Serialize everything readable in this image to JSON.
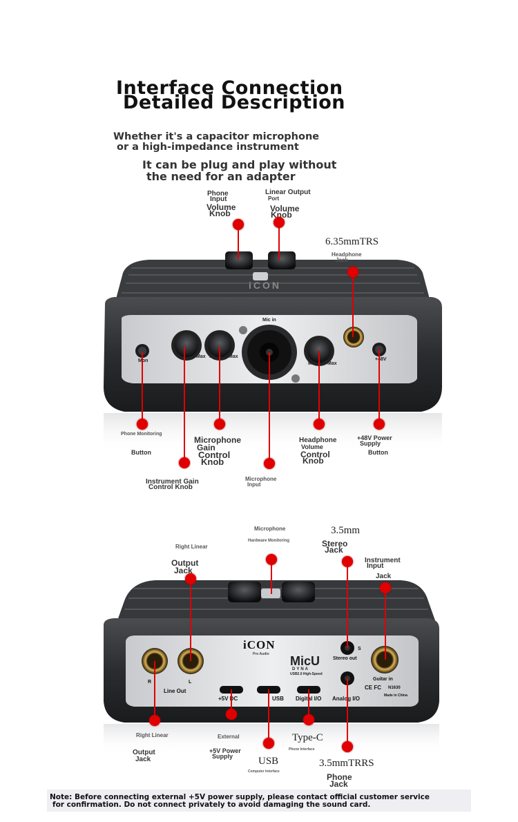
{
  "header": {
    "title_line1": "Interface Connection",
    "title_line2": "Detailed Description",
    "subtitle_line1": "Whether it's a capacitor microphone",
    "subtitle_line2": "or a high-impedance instrument",
    "subtitle2_line1": "It can be plug and play without",
    "subtitle2_line2": "the need for an adapter"
  },
  "front": {
    "top_labels": {
      "phone_input": [
        "Phone",
        "Input",
        "Volume",
        "Knob"
      ],
      "linear_output": [
        "Linear Output",
        "Port",
        "Volume",
        "Knob"
      ],
      "trs": "6.35mmTRS",
      "headphone_jack": [
        "Headphone",
        "Jack"
      ]
    },
    "panel": {
      "mic_in": "Mic in",
      "mon": "Mon",
      "max1": "Max",
      "max2": "Max",
      "max3": "Max",
      "min2": "Mi",
      "min3": "Mi",
      "p48": "+48V",
      "brand": "iCON"
    },
    "bottom_labels": {
      "phone_monitoring": "Phone Monitoring",
      "button1": "Button",
      "mic_gain": [
        "Microphone",
        "Gain",
        "Control",
        "Knob"
      ],
      "instrument_gain": [
        "Instrument Gain",
        "Control Knob"
      ],
      "mic_input": [
        "Microphone",
        "Input"
      ],
      "headphone_volume": [
        "Headphone",
        "Volume",
        "Control",
        "Knob"
      ],
      "p48_power": [
        "+48V Power",
        "Supply"
      ],
      "button2": "Button"
    }
  },
  "rear": {
    "top_labels": {
      "microphone": "Microphone",
      "hardware_monitoring": "Hardware Monitoring",
      "right_linear": "Right Linear",
      "output_jack": [
        "Output",
        "Jack"
      ],
      "stereo_35": "3.5mm",
      "stereo_jack": [
        "Stereo",
        "Jack"
      ],
      "instrument_input": [
        "Instrument",
        "Input",
        "Jack"
      ]
    },
    "panel": {
      "brand": "iCON",
      "brand_sub": "Pro Audio",
      "model": "MicU",
      "model_sub": "DYNA",
      "model_desc": "USB2.0 High-Speed",
      "r": "R",
      "l": "L",
      "line_out": "Line Out",
      "s": "S",
      "stereo_out": "Stereo out",
      "guitar_in": "Guitar in",
      "p5v": "+5V DC",
      "usb": "USB",
      "digital_io": "Digital I/O",
      "analog_io": "Analog I/O",
      "certs": "CE FC",
      "code": "N1630",
      "made_in": "Made in China"
    },
    "bottom_labels": {
      "right_linear": "Right Linear",
      "output_jack": [
        "Output",
        "Jack"
      ],
      "external": "External",
      "p5v_power": [
        "+5V Power",
        "Supply"
      ],
      "usb": "USB",
      "computer_interface": "Computer Interface",
      "typec": "Type-C",
      "phone_interface": "Phone Interface",
      "trrs": "3.5mmTRRS",
      "phone_jack": [
        "Phone",
        "Jack"
      ]
    }
  },
  "note": {
    "line1": "Note: Before connecting external +5V power supply, please contact official customer service",
    "line2": "for confirmation. Do not connect privately to avoid damaging the sound card."
  },
  "colors": {
    "accent": "#e00000",
    "device_body": "#2b2d30",
    "panel": "#d9dadd"
  }
}
